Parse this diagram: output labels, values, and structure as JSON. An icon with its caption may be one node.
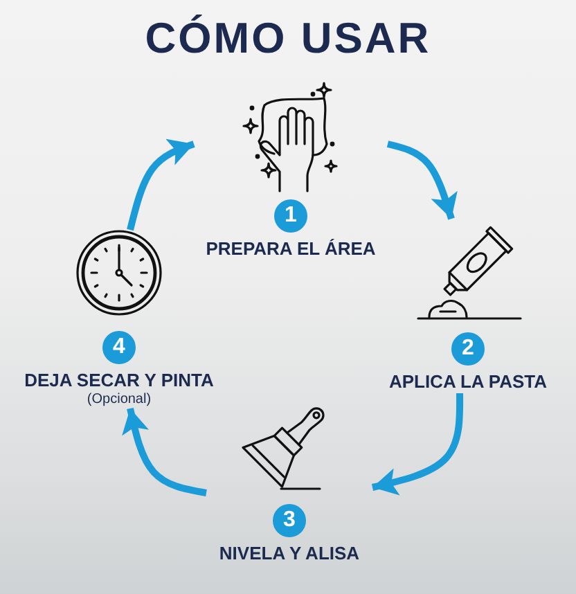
{
  "diagram": {
    "title": "CÓMO USAR",
    "nodes": [
      {
        "text": [
          "1",
          "PREPARA EL ÁREA"
        ]
      },
      {
        "text": [
          "2",
          "APLICA LA PASTA"
        ]
      },
      {
        "text": [
          "3",
          "NIVELA Y ALISA"
        ]
      },
      {
        "text": [
          "4",
          "DEJA SECAR Y PINTA",
          "(Opcional)"
        ]
      }
    ],
    "edges": [
      {
        "from": 0,
        "to": 1,
        "arrow": "to"
      },
      {
        "from": 1,
        "to": 2,
        "arrow": "to"
      },
      {
        "from": 2,
        "to": 3,
        "arrow": "to"
      },
      {
        "from": 3,
        "to": 0,
        "arrow": "to"
      }
    ]
  }
}
